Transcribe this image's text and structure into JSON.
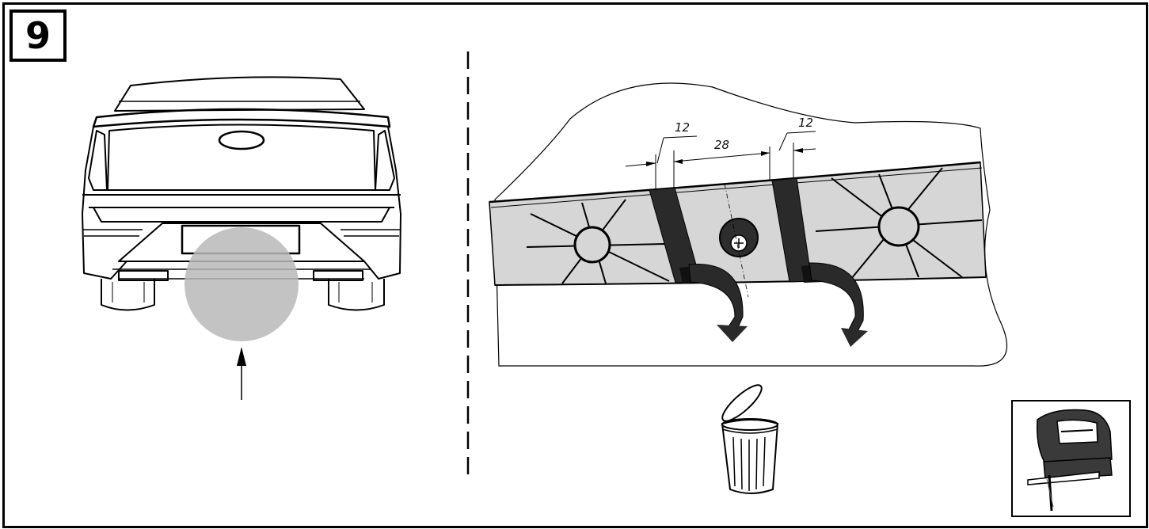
{
  "step": {
    "number": "9"
  },
  "dimensions": {
    "left_strip": "12",
    "gap": "28",
    "right_strip": "12"
  },
  "colors": {
    "line": "#000000",
    "highlight": "#bdbdbd",
    "panel": "#d6d6d6",
    "strip": "#2a2a2a"
  },
  "icons": {
    "dispose": "trash-bin-icon",
    "tool": "jigsaw-icon"
  }
}
